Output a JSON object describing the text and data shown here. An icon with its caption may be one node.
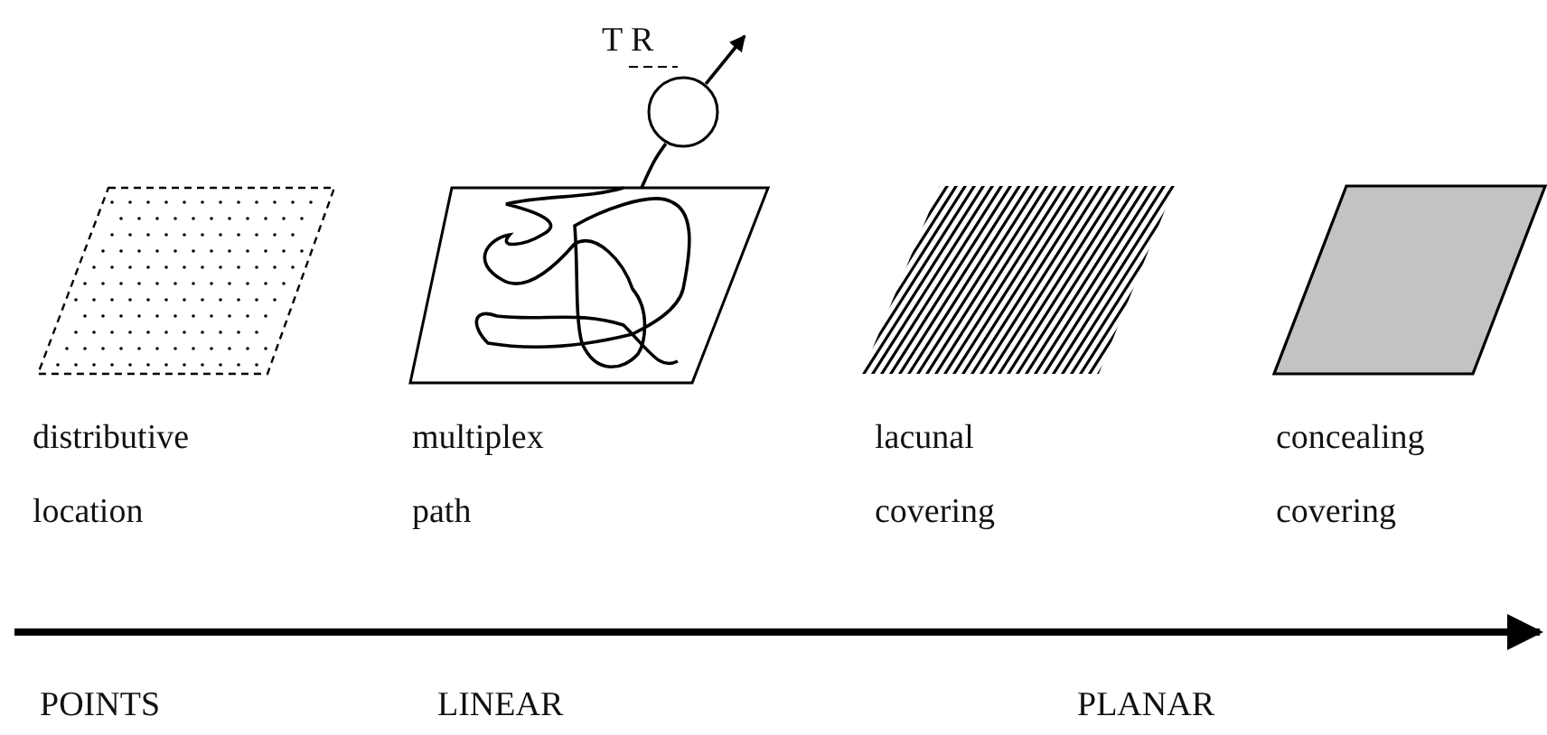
{
  "diagram": {
    "nodes": [
      {
        "text": [],
        "shape": "circle"
      },
      {
        "text": [],
        "shape": "parallelogram",
        "beside": [
          "distributive location"
        ]
      },
      {
        "text": [],
        "shape": "parallelogram",
        "beside": [
          "multiplex path"
        ]
      },
      {
        "text": [],
        "shape": "parallelogram",
        "beside": [
          "lacunal covering"
        ]
      },
      {
        "text": [],
        "shape": "parallelogram",
        "beside": [
          "concealing covering"
        ]
      }
    ],
    "edges": [
      {
        "from": 0,
        "to": null,
        "arrow": "to"
      },
      {
        "from": 0,
        "to": 2,
        "arrow": "none"
      }
    ],
    "labels": [
      "T R",
      "POINTS",
      "LINEAR",
      "PLANAR"
    ]
  }
}
